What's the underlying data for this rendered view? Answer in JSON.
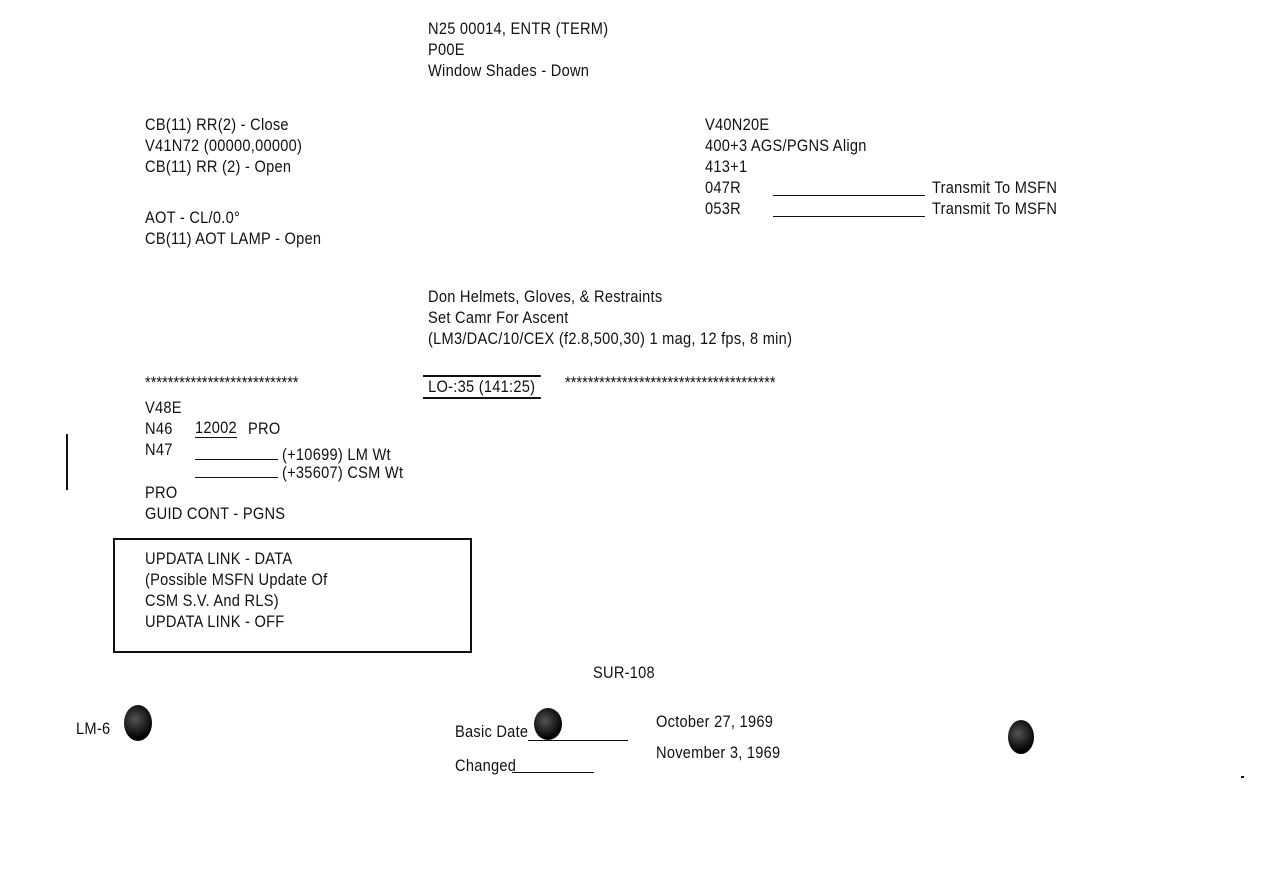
{
  "top_block": [
    "N25 00014, ENTR (TERM)",
    "P00E",
    "Window Shades - Down"
  ],
  "left_block_1": [
    "CB(11) RR(2) - Close",
    "V41N72 (00000,00000)",
    "CB(11) RR (2) - Open"
  ],
  "right_block": {
    "lines": [
      "V40N20E",
      "400+3 AGS/PGNS Align",
      "413+1"
    ],
    "transmit_rows": [
      {
        "code": "047R",
        "action": "Transmit To MSFN"
      },
      {
        "code": "053R",
        "action": "Transmit To MSFN"
      }
    ]
  },
  "left_block_2": [
    "AOT - CL/0.0°",
    "CB(11) AOT LAMP - Open"
  ],
  "middle_block": [
    "Don Helmets, Gloves, & Restraints",
    "Set Camr For Ascent",
    "(LM3/DAC/10/CEX (f2.8,500,30) 1 mag, 12 fps, 8 min)"
  ],
  "time_marker": {
    "stars_left": "***************************",
    "label": "LO-:35 (141:25)",
    "stars_right": "*************************************"
  },
  "lower_block": {
    "v48e": "V48E",
    "n46_label": "N46",
    "n46_value": "12002",
    "n46_suffix": "PRO",
    "n47_label": "N47",
    "lm_wt": "(+10699) LM Wt",
    "csm_wt": "(+35607) CSM Wt",
    "pro": "PRO",
    "guid": "GUID CONT - PGNS"
  },
  "boxed_note": [
    "UPDATA LINK - DATA",
    "(Possible MSFN Update Of",
    "CSM S.V. And RLS)",
    "UPDATA LINK - OFF"
  ],
  "footer": {
    "page_id": "SUR-108",
    "vehicle": "LM-6",
    "basic_date_label": "Basic Date",
    "basic_date": "October 27, 1969",
    "changed_label": "Changed",
    "changed_date": "November 3, 1969"
  }
}
